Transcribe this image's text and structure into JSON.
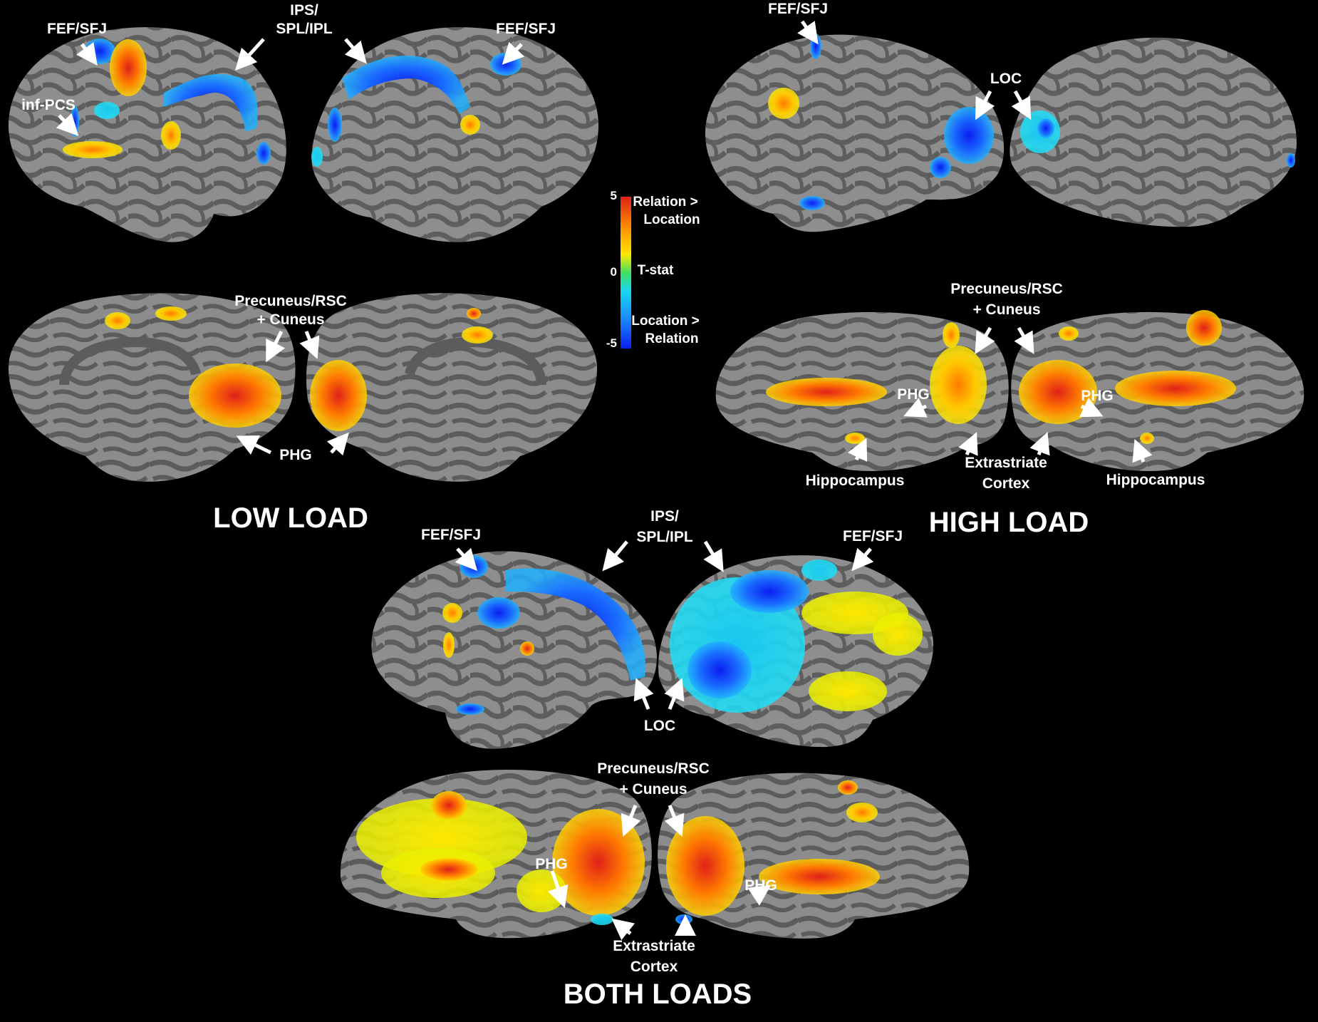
{
  "colors": {
    "background": "#000000",
    "cortex_light": "#8e8e8e",
    "cortex_dark": "#5e5e5e",
    "positive_high": "#e0201a",
    "positive_mid": "#ff8c00",
    "positive_low": "#ffe800",
    "negative_low": "#18d8f0",
    "negative_mid": "#1a8cff",
    "negative_high": "#0a1ef0"
  },
  "colorbar": {
    "max_tick": "5",
    "zero_tick": "0",
    "min_tick": "-5",
    "positive_label_line1": "Relation >",
    "positive_label_line2": "Location",
    "stat_label": "T-stat",
    "negative_label_line1": "Location >",
    "negative_label_line2": "Relation",
    "scale": [
      -5,
      5
    ]
  },
  "panels": {
    "low_load": {
      "title": "LOW LOAD",
      "labels": {
        "fef_left": "FEF/SFJ",
        "ips_line1": "IPS/",
        "ips_line2": "SPL/IPL",
        "fef_right": "FEF/SFJ",
        "inf_pcs": "inf-PCS",
        "precuneus_line1": "Precuneus/RSC",
        "precuneus_line2": "+ Cuneus",
        "phg": "PHG"
      }
    },
    "high_load": {
      "title": "HIGH LOAD",
      "labels": {
        "fef": "FEF/SFJ",
        "loc": "LOC",
        "precuneus_line1": "Precuneus/RSC",
        "precuneus_line2": "+ Cuneus",
        "phg_left": "PHG",
        "phg_right": "PHG",
        "hippocampus_left": "Hippocampus",
        "hippocampus_right": "Hippocampus",
        "extrastriate_line1": "Extrastriate",
        "extrastriate_line2": "Cortex"
      }
    },
    "both_loads": {
      "title": "BOTH LOADS",
      "labels": {
        "fef_left": "FEF/SFJ",
        "ips_line1": "IPS/",
        "ips_line2": "SPL/IPL",
        "fef_right": "FEF/SFJ",
        "loc": "LOC",
        "precuneus_line1": "Precuneus/RSC",
        "precuneus_line2": "+ Cuneus",
        "phg_left": "PHG",
        "phg_right": "PHG",
        "extrastriate_line1": "Extrastriate",
        "extrastriate_line2": "Cortex"
      }
    }
  }
}
